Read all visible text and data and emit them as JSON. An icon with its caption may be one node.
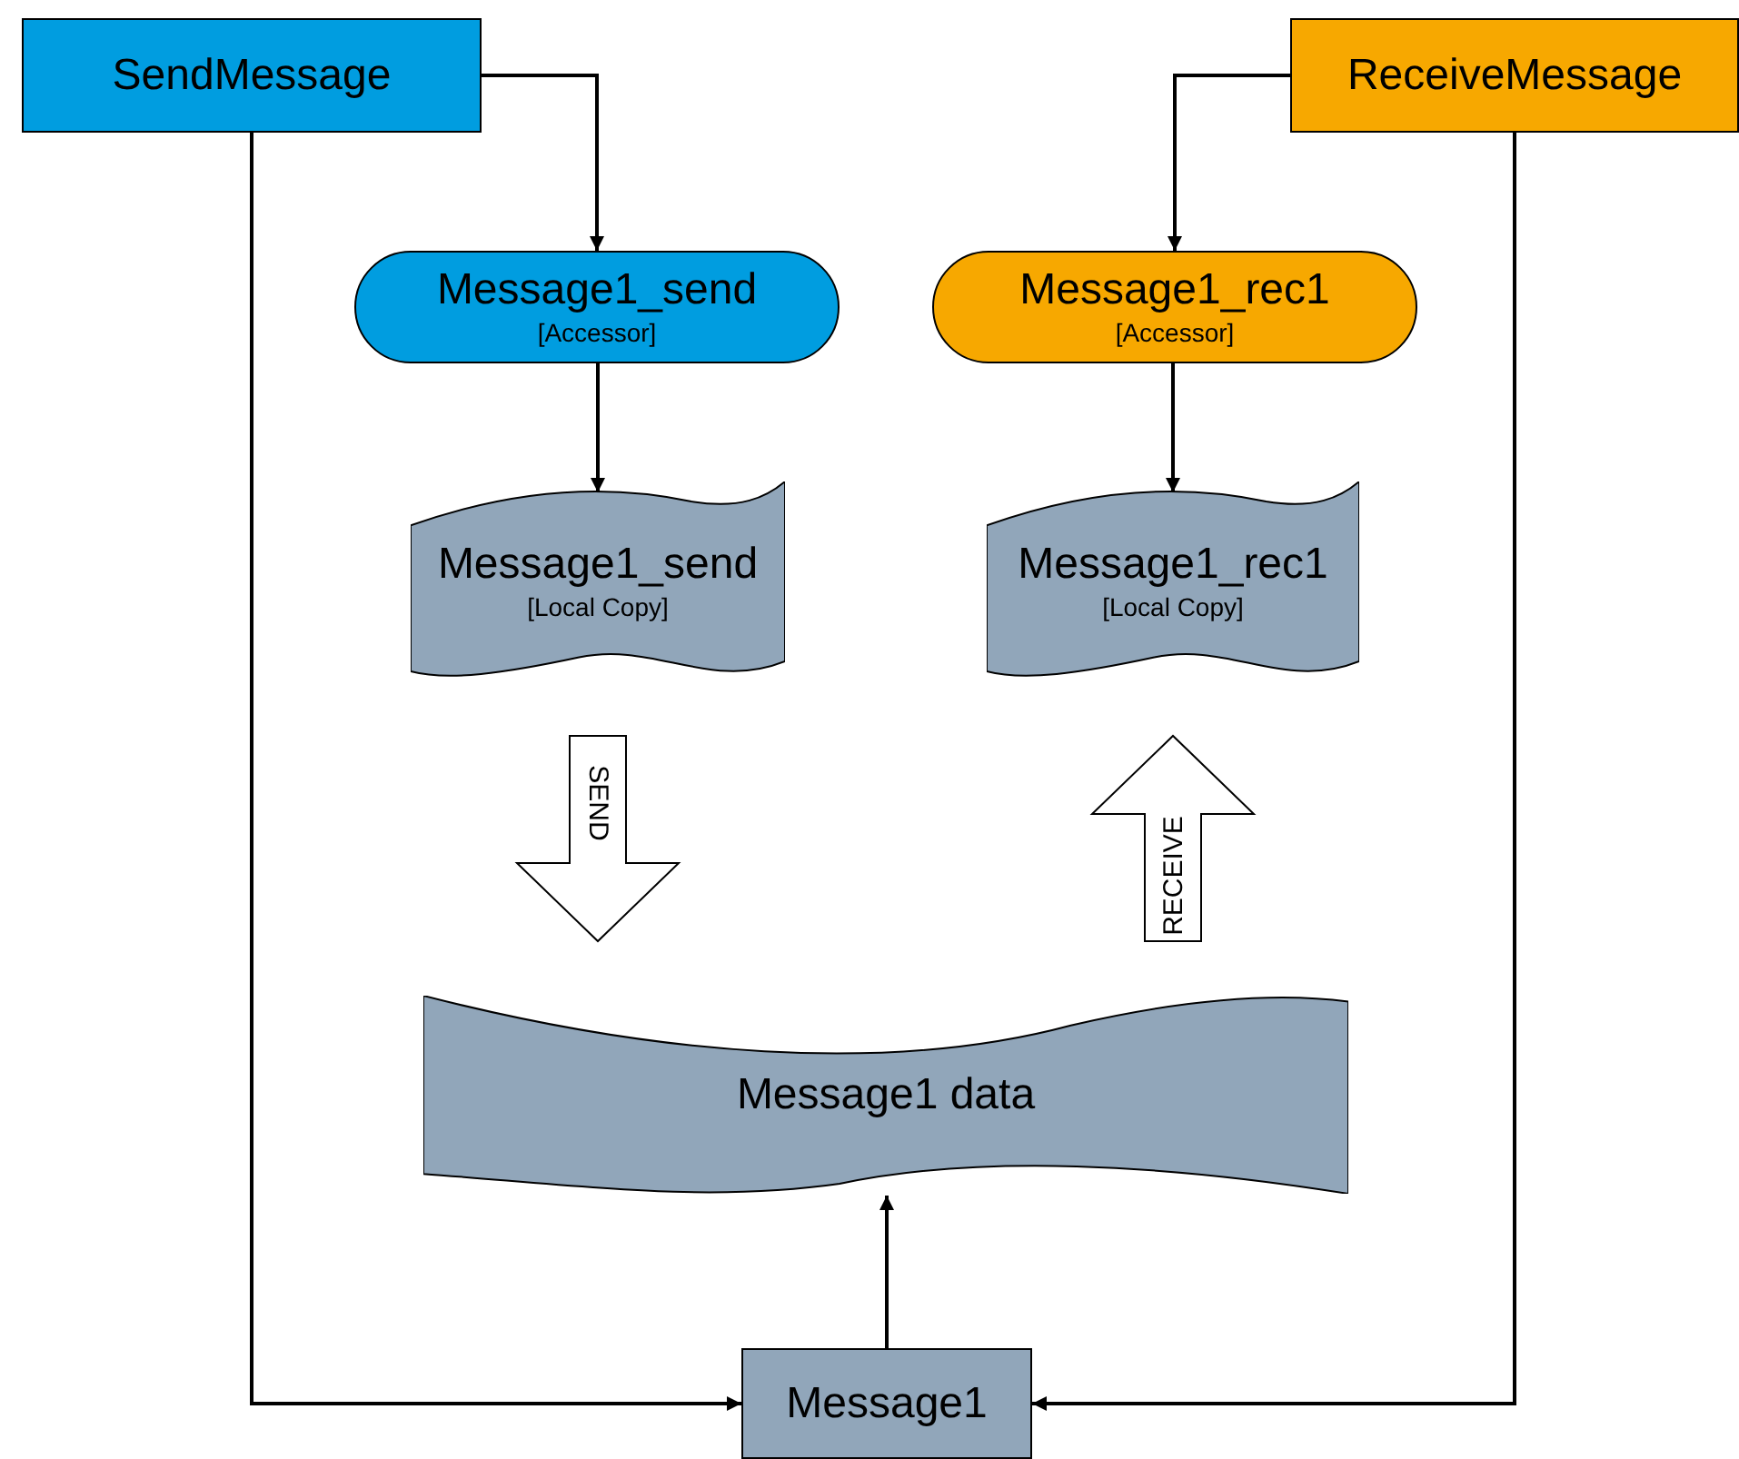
{
  "diagram": {
    "nodes": [
      {
        "text": [
          "SendMessage"
        ]
      },
      {
        "text": [
          "ReceiveMessage"
        ]
      },
      {
        "text": [
          "Message1_send",
          "[Accessor]"
        ]
      },
      {
        "text": [
          "Message1_rec1",
          "[Accessor]"
        ]
      },
      {
        "text": [
          "Message1_send",
          "[Local Copy]"
        ]
      },
      {
        "text": [
          "Message1_rec1",
          "[Local Copy]"
        ]
      },
      {
        "text": [
          "Message1 data"
        ]
      },
      {
        "text": [
          "Message1"
        ]
      }
    ],
    "edges": [
      {
        "from": 0,
        "to": 2,
        "arrow": "to"
      },
      {
        "from": 1,
        "to": 3,
        "arrow": "to"
      },
      {
        "from": 2,
        "to": 4,
        "arrow": "to"
      },
      {
        "from": 3,
        "to": 5,
        "arrow": "to"
      },
      {
        "from": 4,
        "to": 6,
        "arrow": "to",
        "label": "SEND",
        "style": "thick"
      },
      {
        "from": 6,
        "to": 5,
        "arrow": "to",
        "label": "RECEIVE",
        "style": "thick"
      },
      {
        "from": 7,
        "to": 6,
        "arrow": "to"
      },
      {
        "from": 0,
        "to": 7,
        "arrow": "to"
      },
      {
        "from": 1,
        "to": 7,
        "arrow": "to"
      }
    ]
  }
}
